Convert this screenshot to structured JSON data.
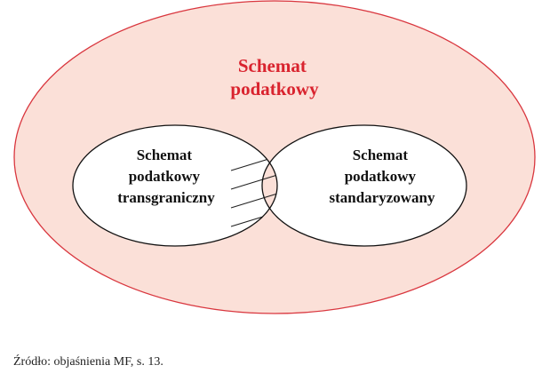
{
  "diagram": {
    "outer_label_line1": "Schemat",
    "outer_label_line2": "podatkowy",
    "left_label_line1": "Schemat",
    "left_label_line2": "podatkowy",
    "left_label_line3": "transgraniczny",
    "right_label_line1": "Schemat",
    "right_label_line2": "podatkowy",
    "right_label_line3": "standaryzowany"
  },
  "source": "Źródło: objaśnienia MF, s. 13.",
  "colors": {
    "outer_fill": "#fbe0d8",
    "outer_stroke": "#d9363e",
    "outer_label": "#d9232e",
    "inner_stroke": "#111111",
    "intersection_fill": "#fbe0d8"
  }
}
